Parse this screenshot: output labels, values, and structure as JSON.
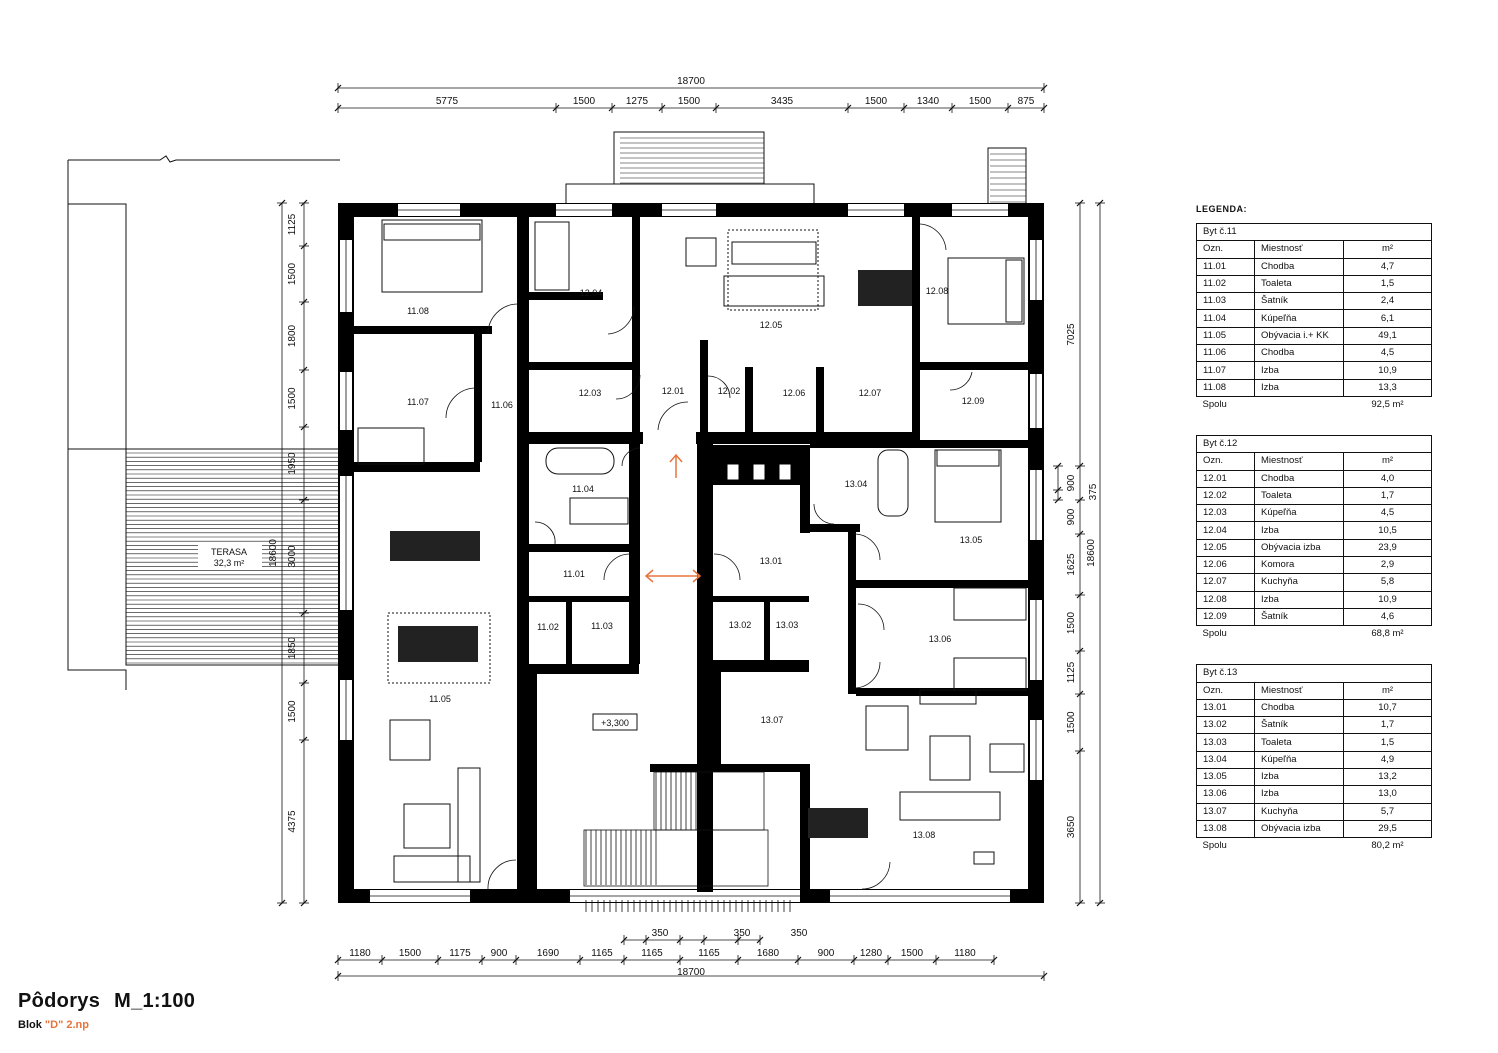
{
  "title": {
    "main": "Pôdorys",
    "scale": "M_1:100"
  },
  "subtitle": {
    "block_prefix": "Blok ",
    "block": "\"D\" 2.np"
  },
  "legend": {
    "heading": "LEGENDA:",
    "col_code": "Ozn.",
    "col_room": "Miestnosť",
    "col_area": "m²",
    "total_label": "Spolu"
  },
  "apartments": [
    {
      "name": "Byt č.11",
      "total": "92,5 m²",
      "rooms": [
        [
          "11.01",
          "Chodba",
          "4,7"
        ],
        [
          "11.02",
          "Toaleta",
          "1,5"
        ],
        [
          "11.03",
          "Šatník",
          "2,4"
        ],
        [
          "11.04",
          "Kúpeľňa",
          "6,1"
        ],
        [
          "11.05",
          "Obývacia i.+ KK",
          "49,1"
        ],
        [
          "11.06",
          "Chodba",
          "4,5"
        ],
        [
          "11.07",
          "Izba",
          "10,9"
        ],
        [
          "11.08",
          "Izba",
          "13,3"
        ]
      ]
    },
    {
      "name": "Byt č.12",
      "total": "68,8 m²",
      "rooms": [
        [
          "12.01",
          "Chodba",
          "4,0"
        ],
        [
          "12.02",
          "Toaleta",
          "1,7"
        ],
        [
          "12.03",
          "Kúpeľňa",
          "4,5"
        ],
        [
          "12.04",
          "Izba",
          "10,5"
        ],
        [
          "12.05",
          "Obývacia izba",
          "23,9"
        ],
        [
          "12.06",
          "Komora",
          "2,9"
        ],
        [
          "12.07",
          "Kuchyňa",
          "5,8"
        ],
        [
          "12.08",
          "Izba",
          "10,9"
        ],
        [
          "12.09",
          "Šatník",
          "4,6"
        ]
      ]
    },
    {
      "name": "Byt č.13",
      "total": "80,2 m²",
      "rooms": [
        [
          "13.01",
          "Chodba",
          "10,7"
        ],
        [
          "13.02",
          "Šatník",
          "1,7"
        ],
        [
          "13.03",
          "Toaleta",
          "1,5"
        ],
        [
          "13.04",
          "Kúpeľňa",
          "4,9"
        ],
        [
          "13.05",
          "Izba",
          "13,2"
        ],
        [
          "13.06",
          "Izba",
          "13,0"
        ],
        [
          "13.07",
          "Kuchyňa",
          "5,7"
        ],
        [
          "13.08",
          "Obývacia izba",
          "29,5"
        ]
      ]
    }
  ],
  "dimensions": {
    "overall": "18700",
    "top": [
      "5775",
      "1500",
      "1275",
      "1500",
      "3435",
      "1500",
      "1340",
      "1500",
      "875"
    ],
    "bottom": [
      "1180",
      "1500",
      "1175",
      "900",
      "1690",
      "1165",
      "1165",
      "1165",
      "1680",
      "900",
      "1280",
      "1500",
      "1180"
    ],
    "bottom_small": [
      "350",
      "350",
      "350"
    ],
    "left": [
      "1125",
      "1500",
      "1800",
      "1500",
      "1950",
      "3000",
      "1850",
      "1500",
      "4375"
    ],
    "left_overall": "18600",
    "right": [
      "7025",
      "900",
      "900",
      "1625",
      "1500",
      "1125",
      "1500",
      "3650"
    ],
    "right_small": "375",
    "right_overall": "18600"
  },
  "rooms_on_plan": [
    "11.08",
    "11.07",
    "11.06",
    "12.04",
    "12.05",
    "12.08",
    "12.03",
    "12.01",
    "12.02",
    "12.06",
    "12.07",
    "12.09",
    "11.04",
    "13.04",
    "13.05",
    "11.01",
    "13.01",
    "11.02",
    "11.03",
    "13.02",
    "13.03",
    "13.06",
    "11.05",
    "13.07",
    "13.08"
  ],
  "terrace": {
    "label": "TERASA",
    "area": "32,3 m²"
  },
  "level_mark": "+3,300",
  "colors": {
    "wall": "#000000",
    "accent": "#e8743b",
    "minimap_green": "#8bc34a"
  }
}
